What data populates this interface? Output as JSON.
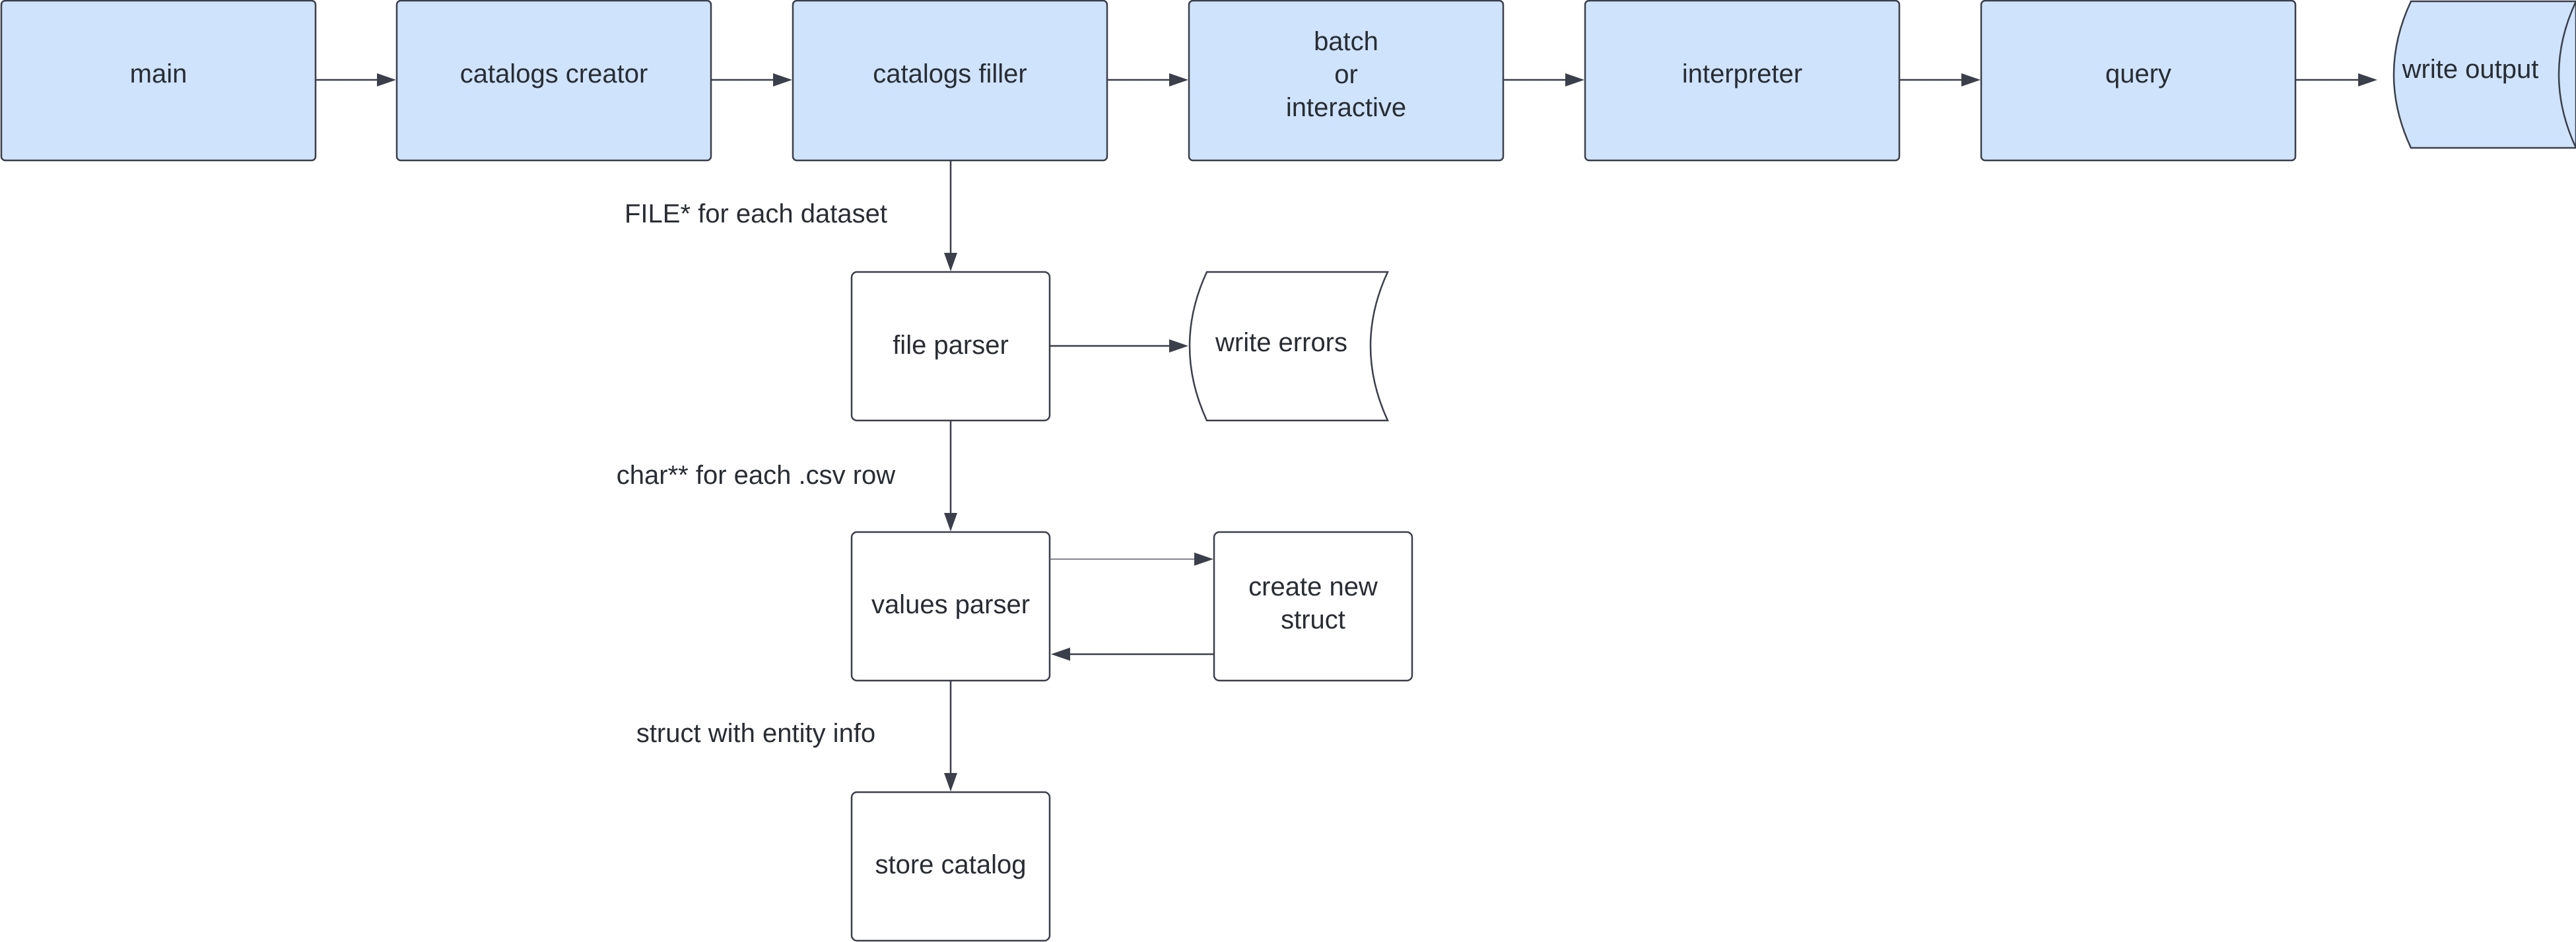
{
  "diagram": {
    "colors": {
      "process_fill": "#cfe4fc",
      "plain_fill": "#ffffff",
      "stroke": "#3a3f4b",
      "text": "#282c33"
    },
    "nodes": {
      "main": "main",
      "catalogs_creator": "catalogs creator",
      "catalogs_filler": "catalogs filler",
      "batch_interactive": [
        "batch",
        "or",
        "interactive"
      ],
      "interpreter": "interpreter",
      "query": "query",
      "write_output": "write output",
      "file_parser": "file parser",
      "write_errors": "write errors",
      "values_parser": "values parser",
      "create_new_struct": [
        "create new",
        "struct"
      ],
      "store_catalog": "store catalog"
    },
    "edge_labels": {
      "file_per_dataset": "FILE* for each dataset",
      "char_per_row": "char** for each .csv row",
      "struct_entity": "struct with entity info"
    }
  }
}
